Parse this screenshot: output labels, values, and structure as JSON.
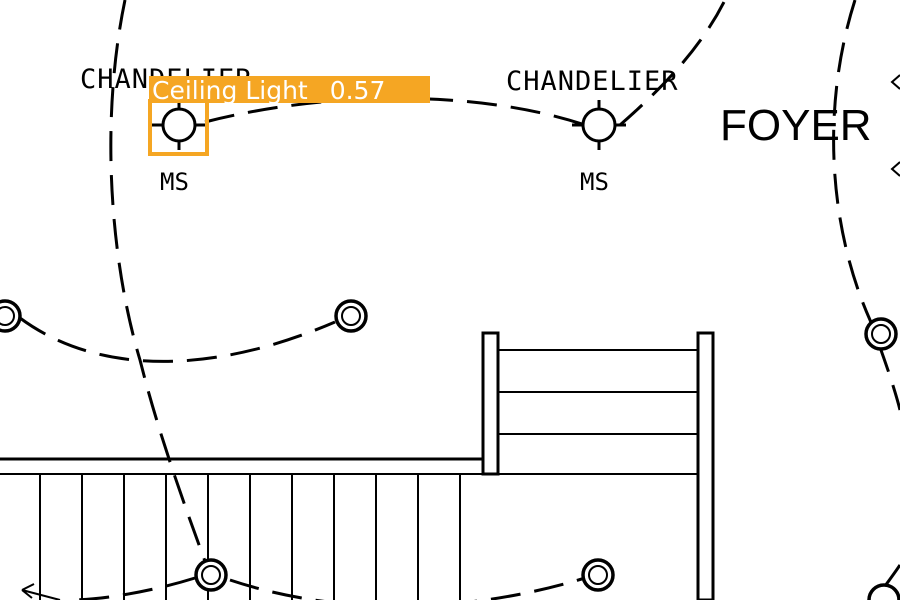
{
  "labels": {
    "chandelier_left": "CHANDELIER",
    "chandelier_right": "CHANDELIER",
    "ms_left": "MS",
    "ms_right": "MS",
    "room": "FOYER"
  },
  "detection": {
    "label": "Ceiling Light",
    "score": "0.57",
    "color": "#f5a623"
  },
  "colors": {
    "linework": "#000000",
    "background": "#ffffff"
  }
}
